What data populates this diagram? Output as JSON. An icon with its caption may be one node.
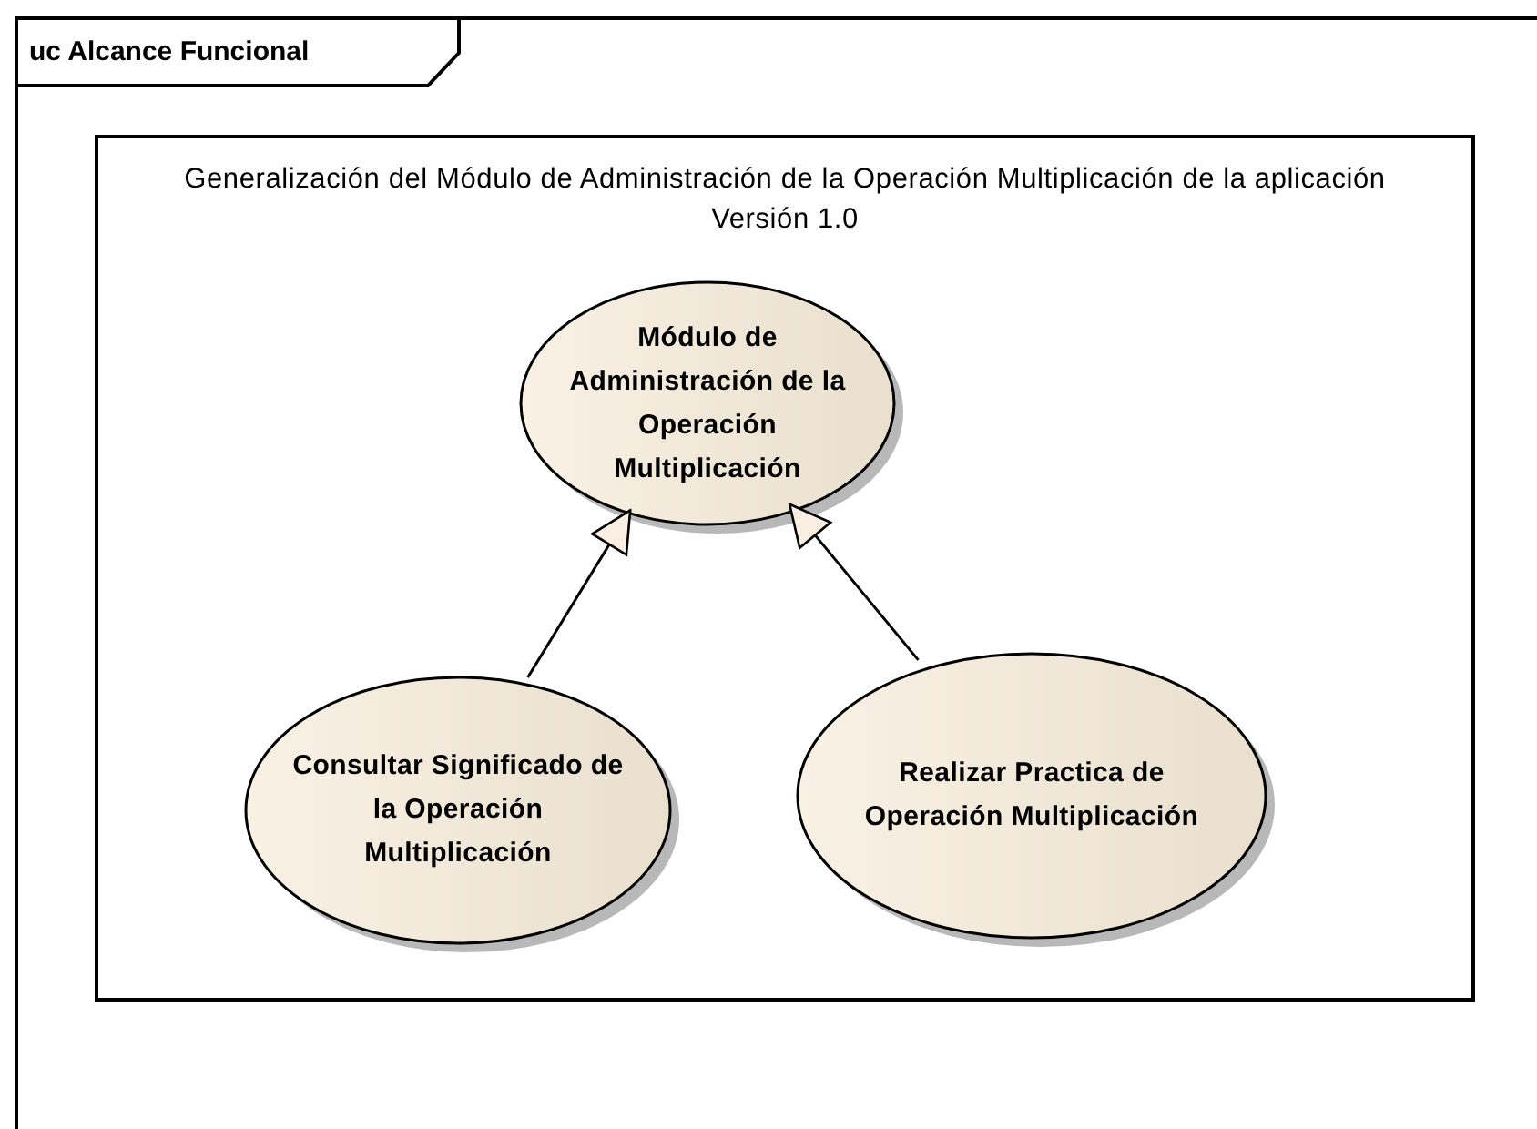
{
  "diagram": {
    "nodes": [
      {
        "text": [
          "uc Alcance Funcional"
        ]
      },
      {
        "text": [
          "Generalización del Módulo de Administración de la Operación Multiplicación de la aplicación Versión 1.0"
        ],
        "in": 0
      },
      {
        "text": [
          "Módulo de Administración de la Operación Multiplicación"
        ],
        "in": 1
      },
      {
        "text": [
          "Consultar Significado de la Operación Multiplicación"
        ],
        "in": 1
      },
      {
        "text": [
          "Realizar Practica de Operación Multiplicación"
        ],
        "in": 1
      }
    ],
    "edges": [
      {
        "from": 3,
        "to": 2,
        "arrow": "to"
      },
      {
        "from": 4,
        "to": 2,
        "arrow": "to"
      }
    ]
  }
}
